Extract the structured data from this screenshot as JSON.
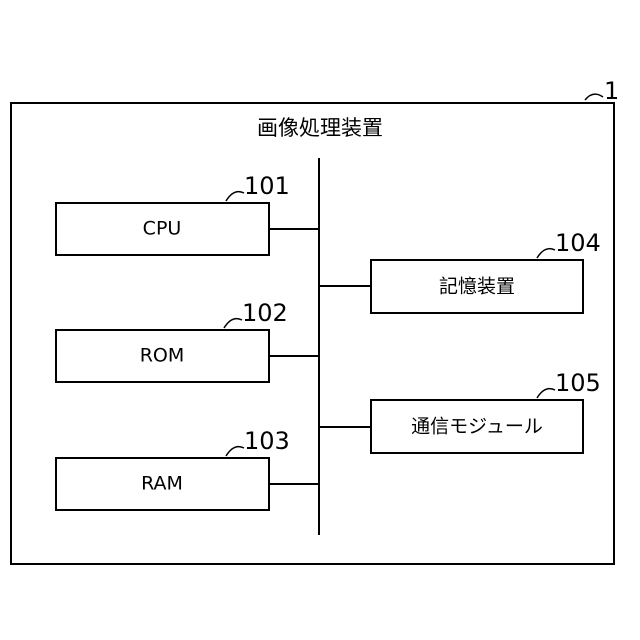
{
  "device": {
    "title": "画像処理装置",
    "ref": "1"
  },
  "blocks": [
    {
      "id": "cpu",
      "label": "CPU",
      "ref": "101"
    },
    {
      "id": "rom",
      "label": "ROM",
      "ref": "102"
    },
    {
      "id": "ram",
      "label": "RAM",
      "ref": "103"
    },
    {
      "id": "storage",
      "label": "記憶装置",
      "ref": "104"
    },
    {
      "id": "comm",
      "label": "通信モジュール",
      "ref": "105"
    }
  ]
}
